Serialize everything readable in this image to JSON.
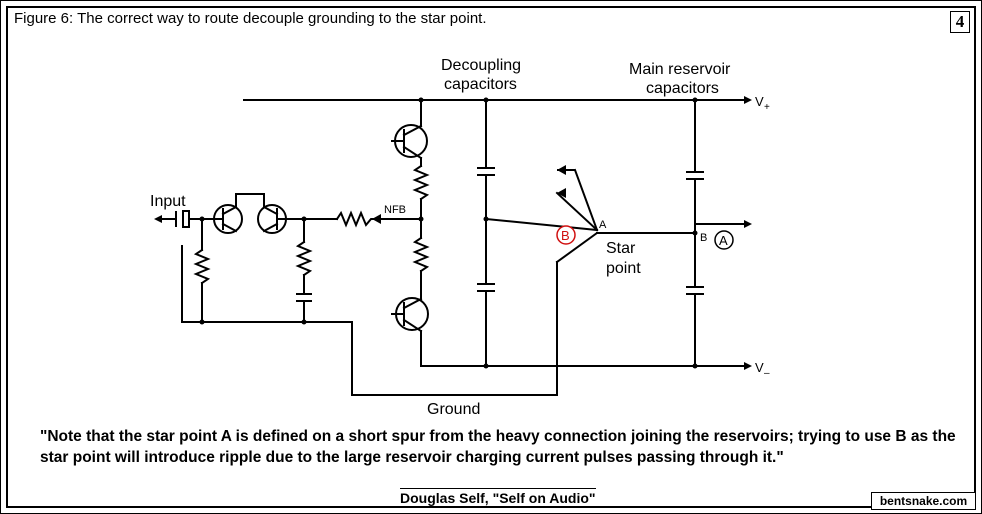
{
  "caption": "Figure 6: The correct way to route decouple grounding to the star point.",
  "figure_number": "4",
  "labels": {
    "decoupling_line1": "Decoupling",
    "decoupling_line2": "capacitors",
    "main_line1": "Main reservoir",
    "main_line2": "capacitors",
    "vplus": "V",
    "vplus_sub": "+",
    "vminus": "V",
    "vminus_sub": "–",
    "input": "Input",
    "nfb": "NFB",
    "point_a_small": "A",
    "point_b_small": "B",
    "star_line1": "Star",
    "star_line2": "point",
    "circled_b": "B",
    "circled_a": "A",
    "ground": "Ground"
  },
  "quote": "\"Note that the star point A is defined on a short spur from the heavy connection joining the reservoirs; trying to use B as the star point will introduce ripple due to the large reservoir charging current pulses passing through it.\"",
  "attribution": "Douglas Self, \"Self on Audio\"",
  "watermark": "bentsnake.com",
  "colors": {
    "highlight_red": "#d01010",
    "ink": "#000000"
  }
}
